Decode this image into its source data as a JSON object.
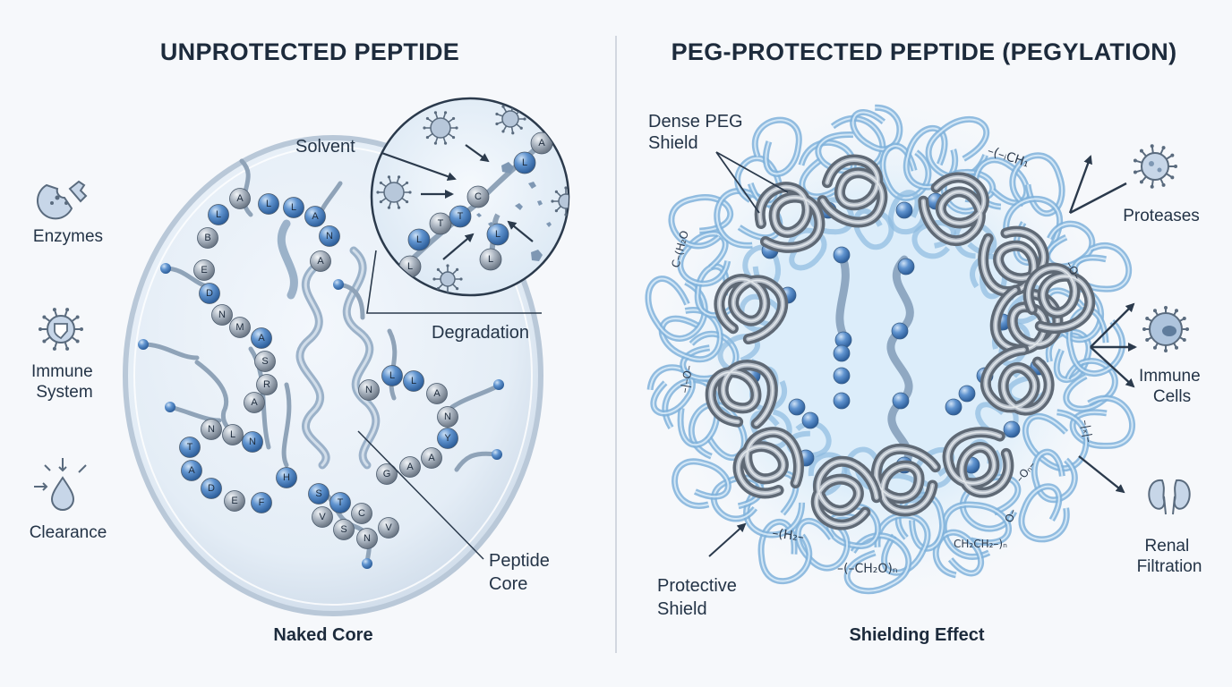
{
  "left_panel": {
    "title": "UNPROTECTED PEPTIDE",
    "caption": "Naked Core",
    "threats": [
      {
        "icon": "enzyme-icon",
        "label_lines": [
          "Enzymes"
        ]
      },
      {
        "icon": "immune-virus-icon",
        "label_lines": [
          "Immune",
          "System"
        ]
      },
      {
        "icon": "droplet-clearance-icon",
        "label_lines": [
          "Clearance"
        ]
      }
    ],
    "solvent_label": "Solvent",
    "degradation_label": "Degradation",
    "core_label_lines": [
      "Peptide",
      "Core"
    ],
    "bead_letters": [
      "L",
      "A",
      "L",
      "L",
      "A",
      "N",
      "A",
      "B",
      "E",
      "D",
      "N",
      "M",
      "A",
      "S",
      "R",
      "A",
      "N",
      "L",
      "N",
      "T",
      "A",
      "D",
      "E",
      "F",
      "H",
      "N",
      "L",
      "L",
      "A",
      "N",
      "Y",
      "A",
      "A",
      "G",
      "S",
      "T",
      "C",
      "V",
      "S",
      "N",
      "V",
      "L",
      "L",
      "T",
      "T",
      "C"
    ]
  },
  "right_panel": {
    "title": "PEG-PROTECTED PEPTIDE (PEGYLATION)",
    "caption": "Shielding Effect",
    "shield_label_lines": [
      "Dense PEG",
      "Shield"
    ],
    "protective_label_lines": [
      "Protective",
      "Shield"
    ],
    "threats": [
      {
        "icon": "protease-virus-icon",
        "label_lines": [
          "Proteases"
        ]
      },
      {
        "icon": "immune-cell-icon",
        "label_lines": [
          "Immune",
          "Cells"
        ]
      },
      {
        "icon": "kidneys-icon",
        "label_lines": [
          "Renal",
          "Filtration"
        ]
      }
    ],
    "chem_labels": [
      "–(H₂–",
      "–(–CH₂O)ₙ",
      "CH₂CH₂–)ₙ",
      "–(–ᵢCH₁",
      "C–(H₂O",
      "–|–O–",
      "–O–",
      "–Oₙ–",
      "O–",
      "–|ₓ|–"
    ]
  },
  "colors": {
    "blue_bead": "#4f86c6",
    "grey_bead": "#9aa5b2",
    "peg_blue": "#7fb2da",
    "peg_grey": "#7e8895",
    "ink": "#1d2b3c"
  }
}
